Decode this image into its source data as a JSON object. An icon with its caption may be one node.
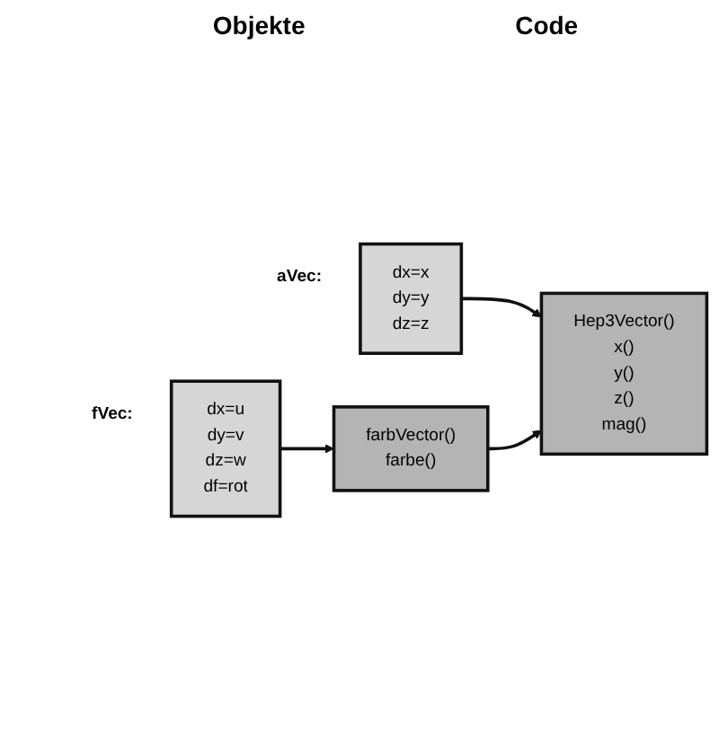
{
  "diagram": {
    "nodes": [
      {
        "text": [
          "dx=x",
          "dy=y",
          "dz=z"
        ],
        "beside": [
          "aVec:"
        ]
      },
      {
        "text": [
          "Hep3Vector()",
          "x()",
          "y()",
          "z()",
          "mag()"
        ]
      },
      {
        "text": [
          "dx=u",
          "dy=v",
          "dz=w",
          "df=rot"
        ],
        "beside": [
          "fVec:"
        ]
      },
      {
        "text": [
          "farbVector()",
          "farbe()"
        ]
      }
    ],
    "edges": [
      {
        "from": 0,
        "to": 1,
        "arrow": "to"
      },
      {
        "from": 2,
        "to": 3,
        "arrow": "to"
      },
      {
        "from": 3,
        "to": 1,
        "arrow": "to"
      }
    ],
    "labels": [
      "Objekte",
      "Code"
    ]
  }
}
